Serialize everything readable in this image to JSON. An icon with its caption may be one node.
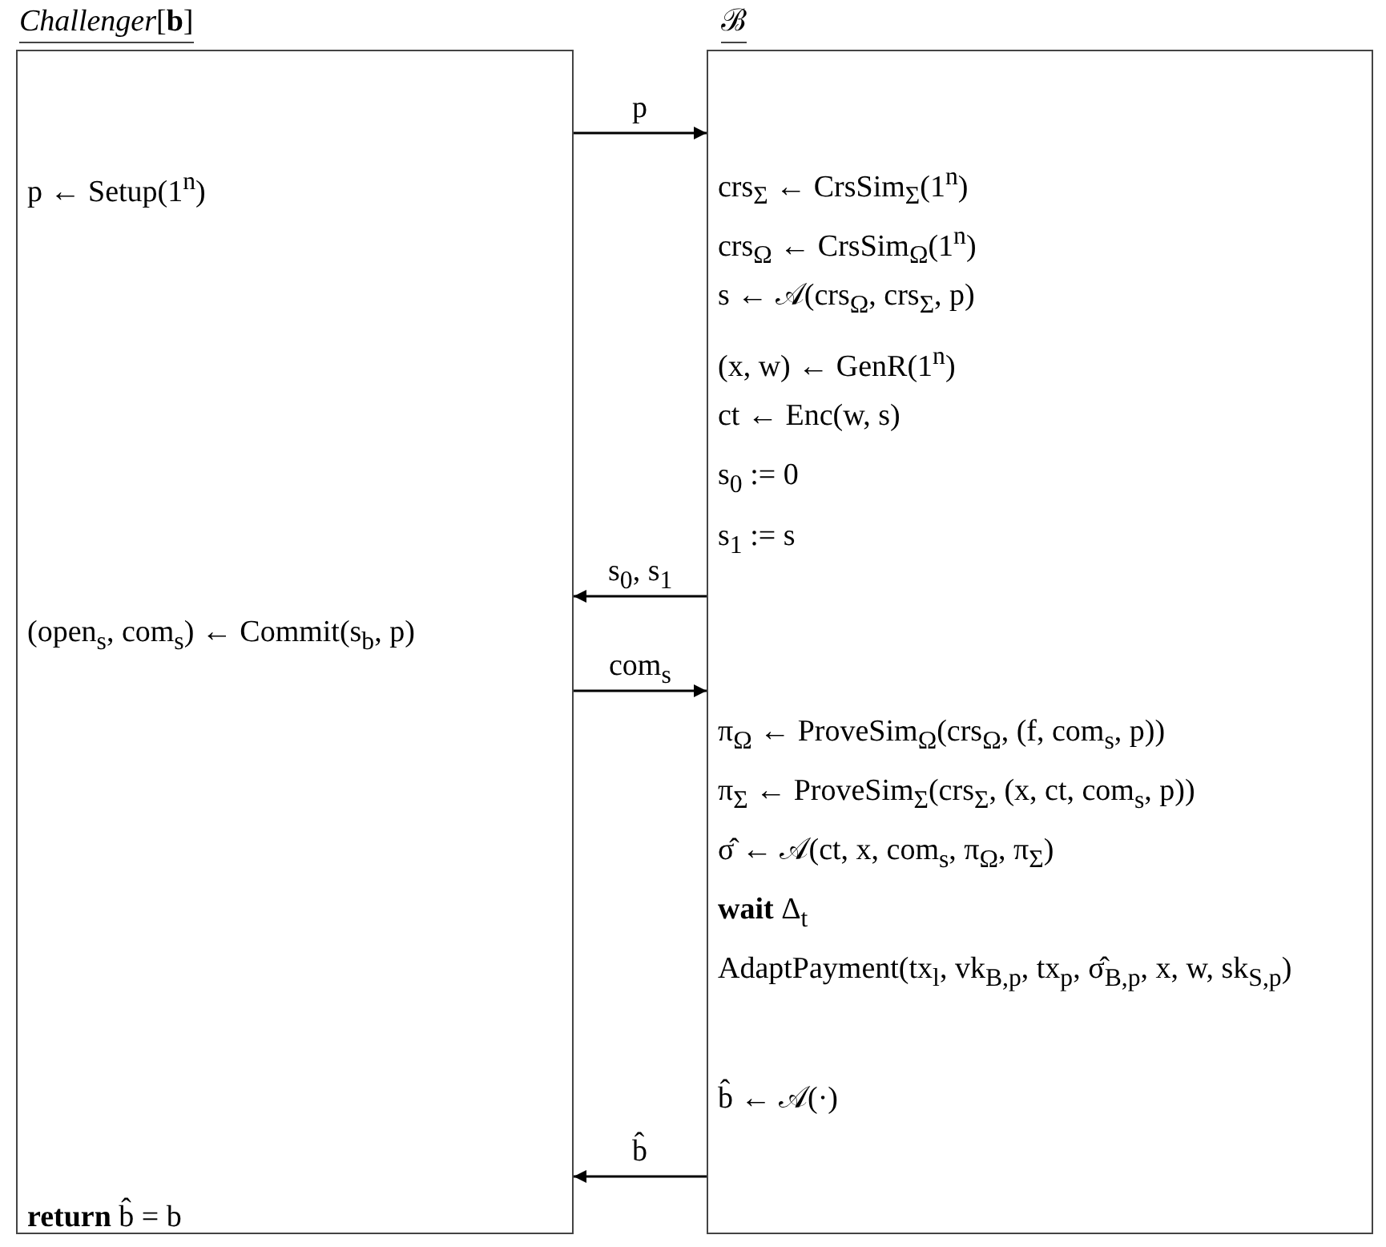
{
  "diagram": {
    "nodes": [
      {
        "text": [
          "*Challenger*[**b**]",
          "p ← Setup(1$^{n}$)",
          "(open$_{s}$, com$_{s}$) ← Commit(s$_{b}$, p)",
          "**return** b̂ = b"
        ]
      },
      {
        "text": [
          "ℬ",
          "crs$_{Σ}$ ← CrsSim$_{Σ}$(1$^{n}$)",
          "crs$_{Ω}$ ← CrsSim$_{Ω}$(1$^{n}$)",
          "s ← 𝒜(crs$_{Ω}$, crs$_{Σ}$, p)",
          "(x, w) ← GenR(1$^{n}$)",
          "ct ← Enc(w, s)",
          "s$_{0}$ := 0",
          "s$_{1}$ := s",
          "π$_{Ω}$ ← ProveSim$_{Ω}$(crs$_{Ω}$, (f, com$_{s}$, p))",
          "π$_{Σ}$ ← ProveSim$_{Σ}$(crs$_{Σ}$, (x, ct, com$_{s}$, p))",
          "σ̂ ← 𝒜(ct, x, com$_{s}$, π$_{Ω}$, π$_{Σ}$)",
          "**wait** Δ$_{t}$",
          "AdaptPayment(tx$_{l}$, vk$_{B,p}$, tx$_{p}$, σ̂$_{B,p}$, x, w, sk$_{S,p}$)",
          "b̂ ← 𝒜(·)"
        ]
      }
    ],
    "edges": [
      {
        "from": 0,
        "to": 1,
        "arrow": "to",
        "label": "p"
      },
      {
        "from": 1,
        "to": 0,
        "arrow": "to",
        "label": "s$_{0}$, s$_{1}$"
      },
      {
        "from": 0,
        "to": 1,
        "arrow": "to",
        "label": "com$_{s}$"
      },
      {
        "from": 1,
        "to": 0,
        "arrow": "to",
        "label": "b̂"
      }
    ]
  }
}
